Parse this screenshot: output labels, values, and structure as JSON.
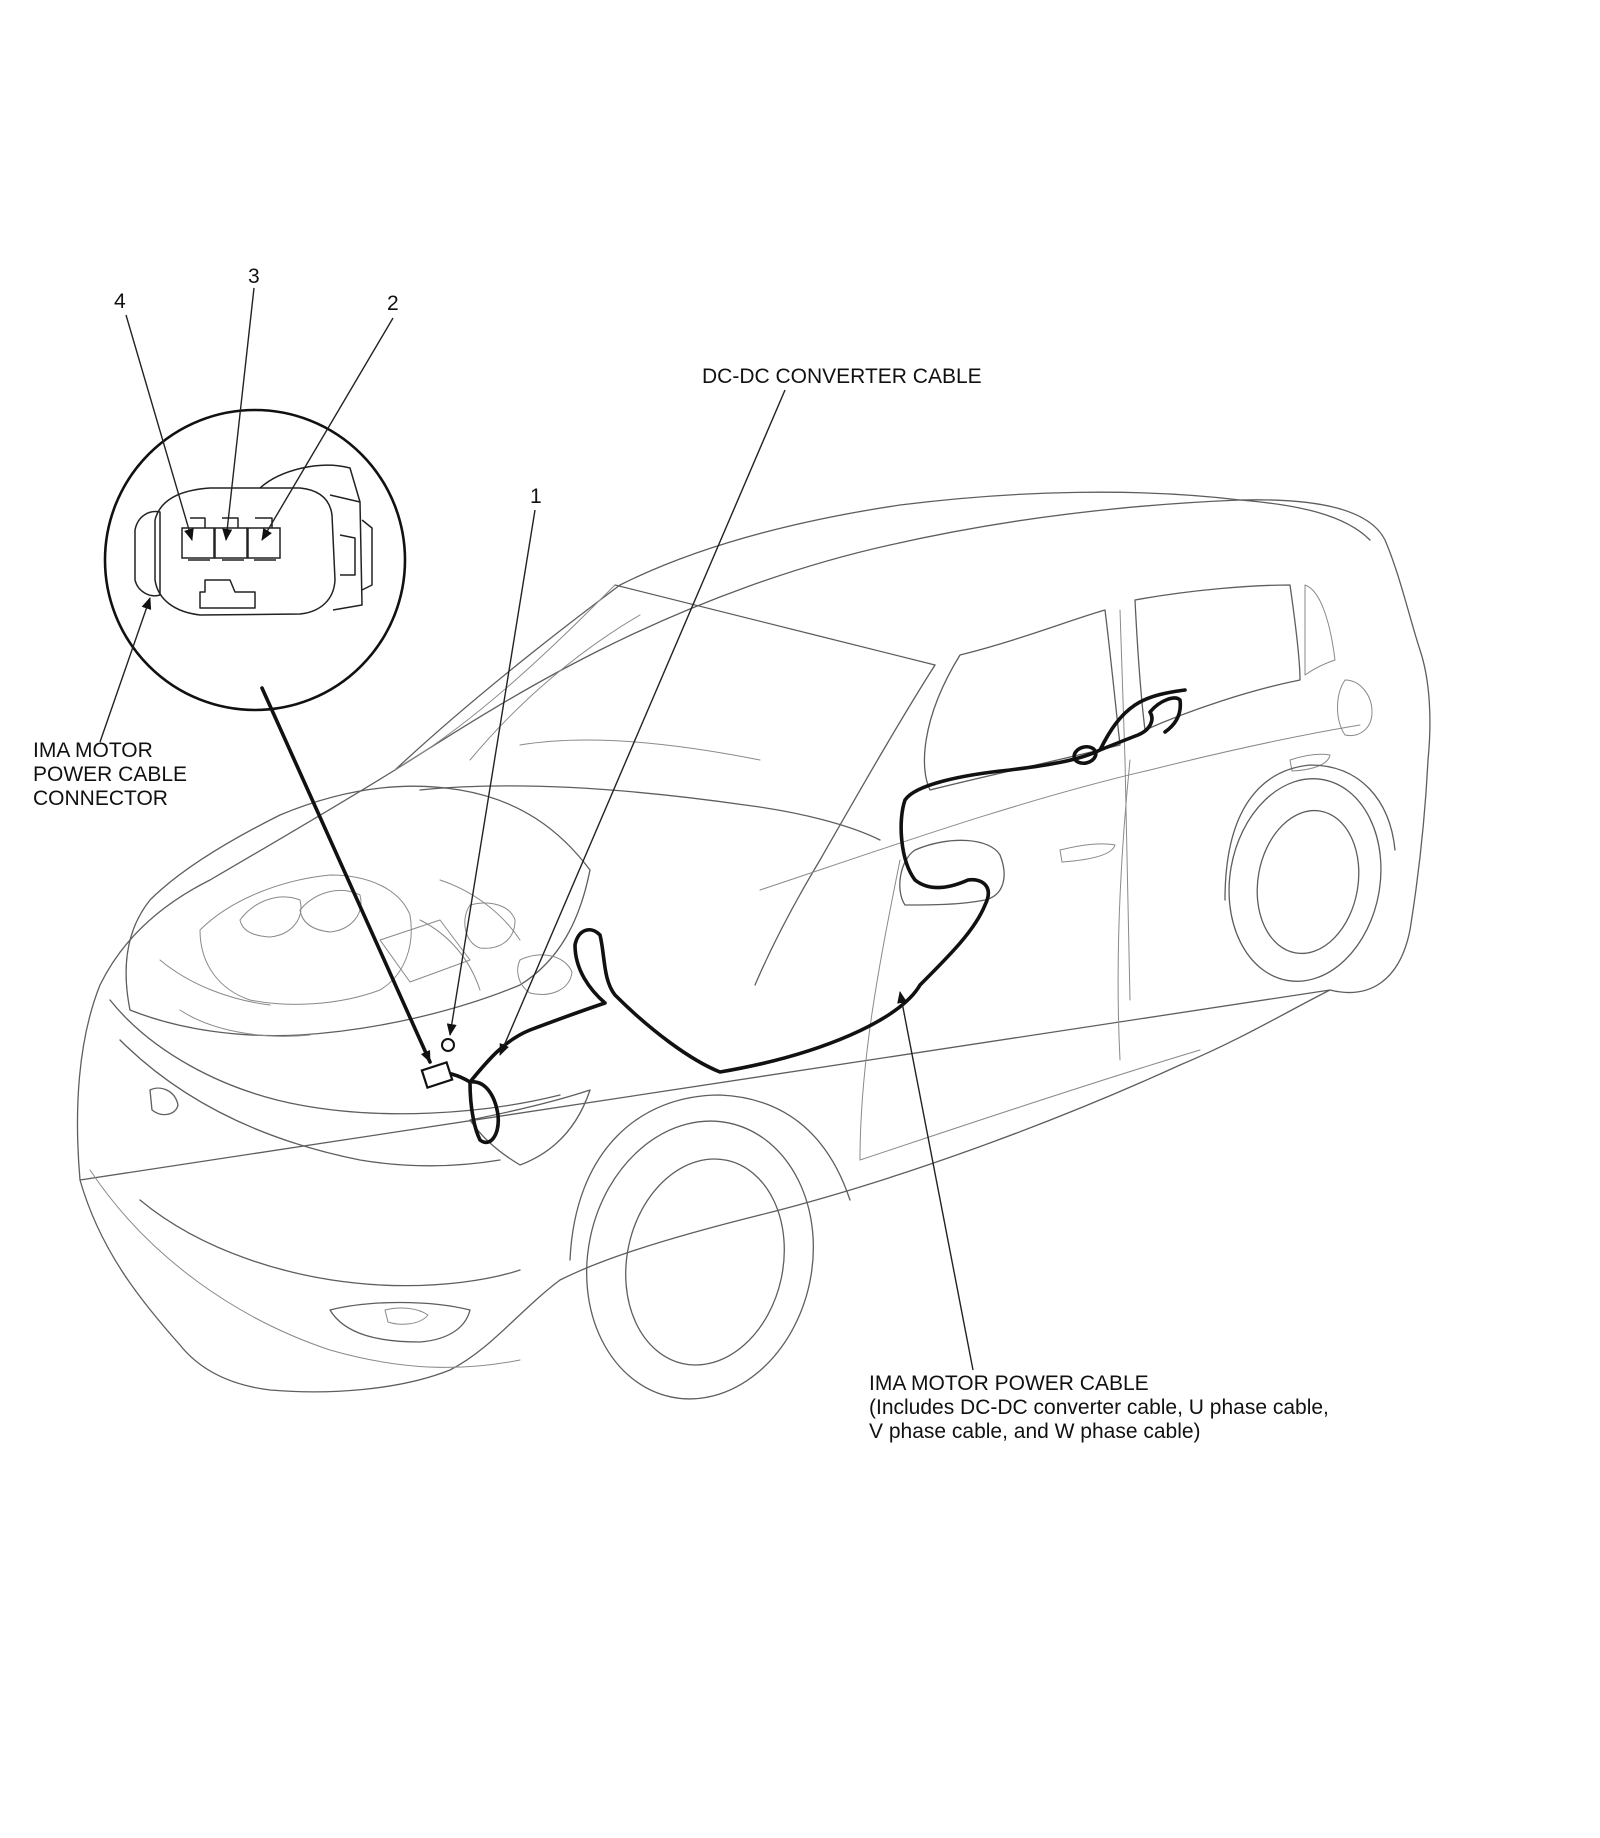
{
  "callouts": {
    "num_1": "1",
    "num_2": "2",
    "num_3": "3",
    "num_4": "4"
  },
  "labels": {
    "dcdc": "DC-DC CONVERTER CABLE",
    "connector_line1": "IMA MOTOR",
    "connector_line2": "POWER CABLE",
    "connector_line3": "CONNECTOR",
    "cable_line1": "IMA MOTOR POWER CABLE",
    "cable_line2": "(Includes DC-DC converter cable, U phase cable,",
    "cable_line3": "V phase cable, and W phase cable)"
  },
  "colors": {
    "background": "#ffffff",
    "line_art": "#5e5e5e",
    "cable": "#111111",
    "text": "#111111"
  }
}
